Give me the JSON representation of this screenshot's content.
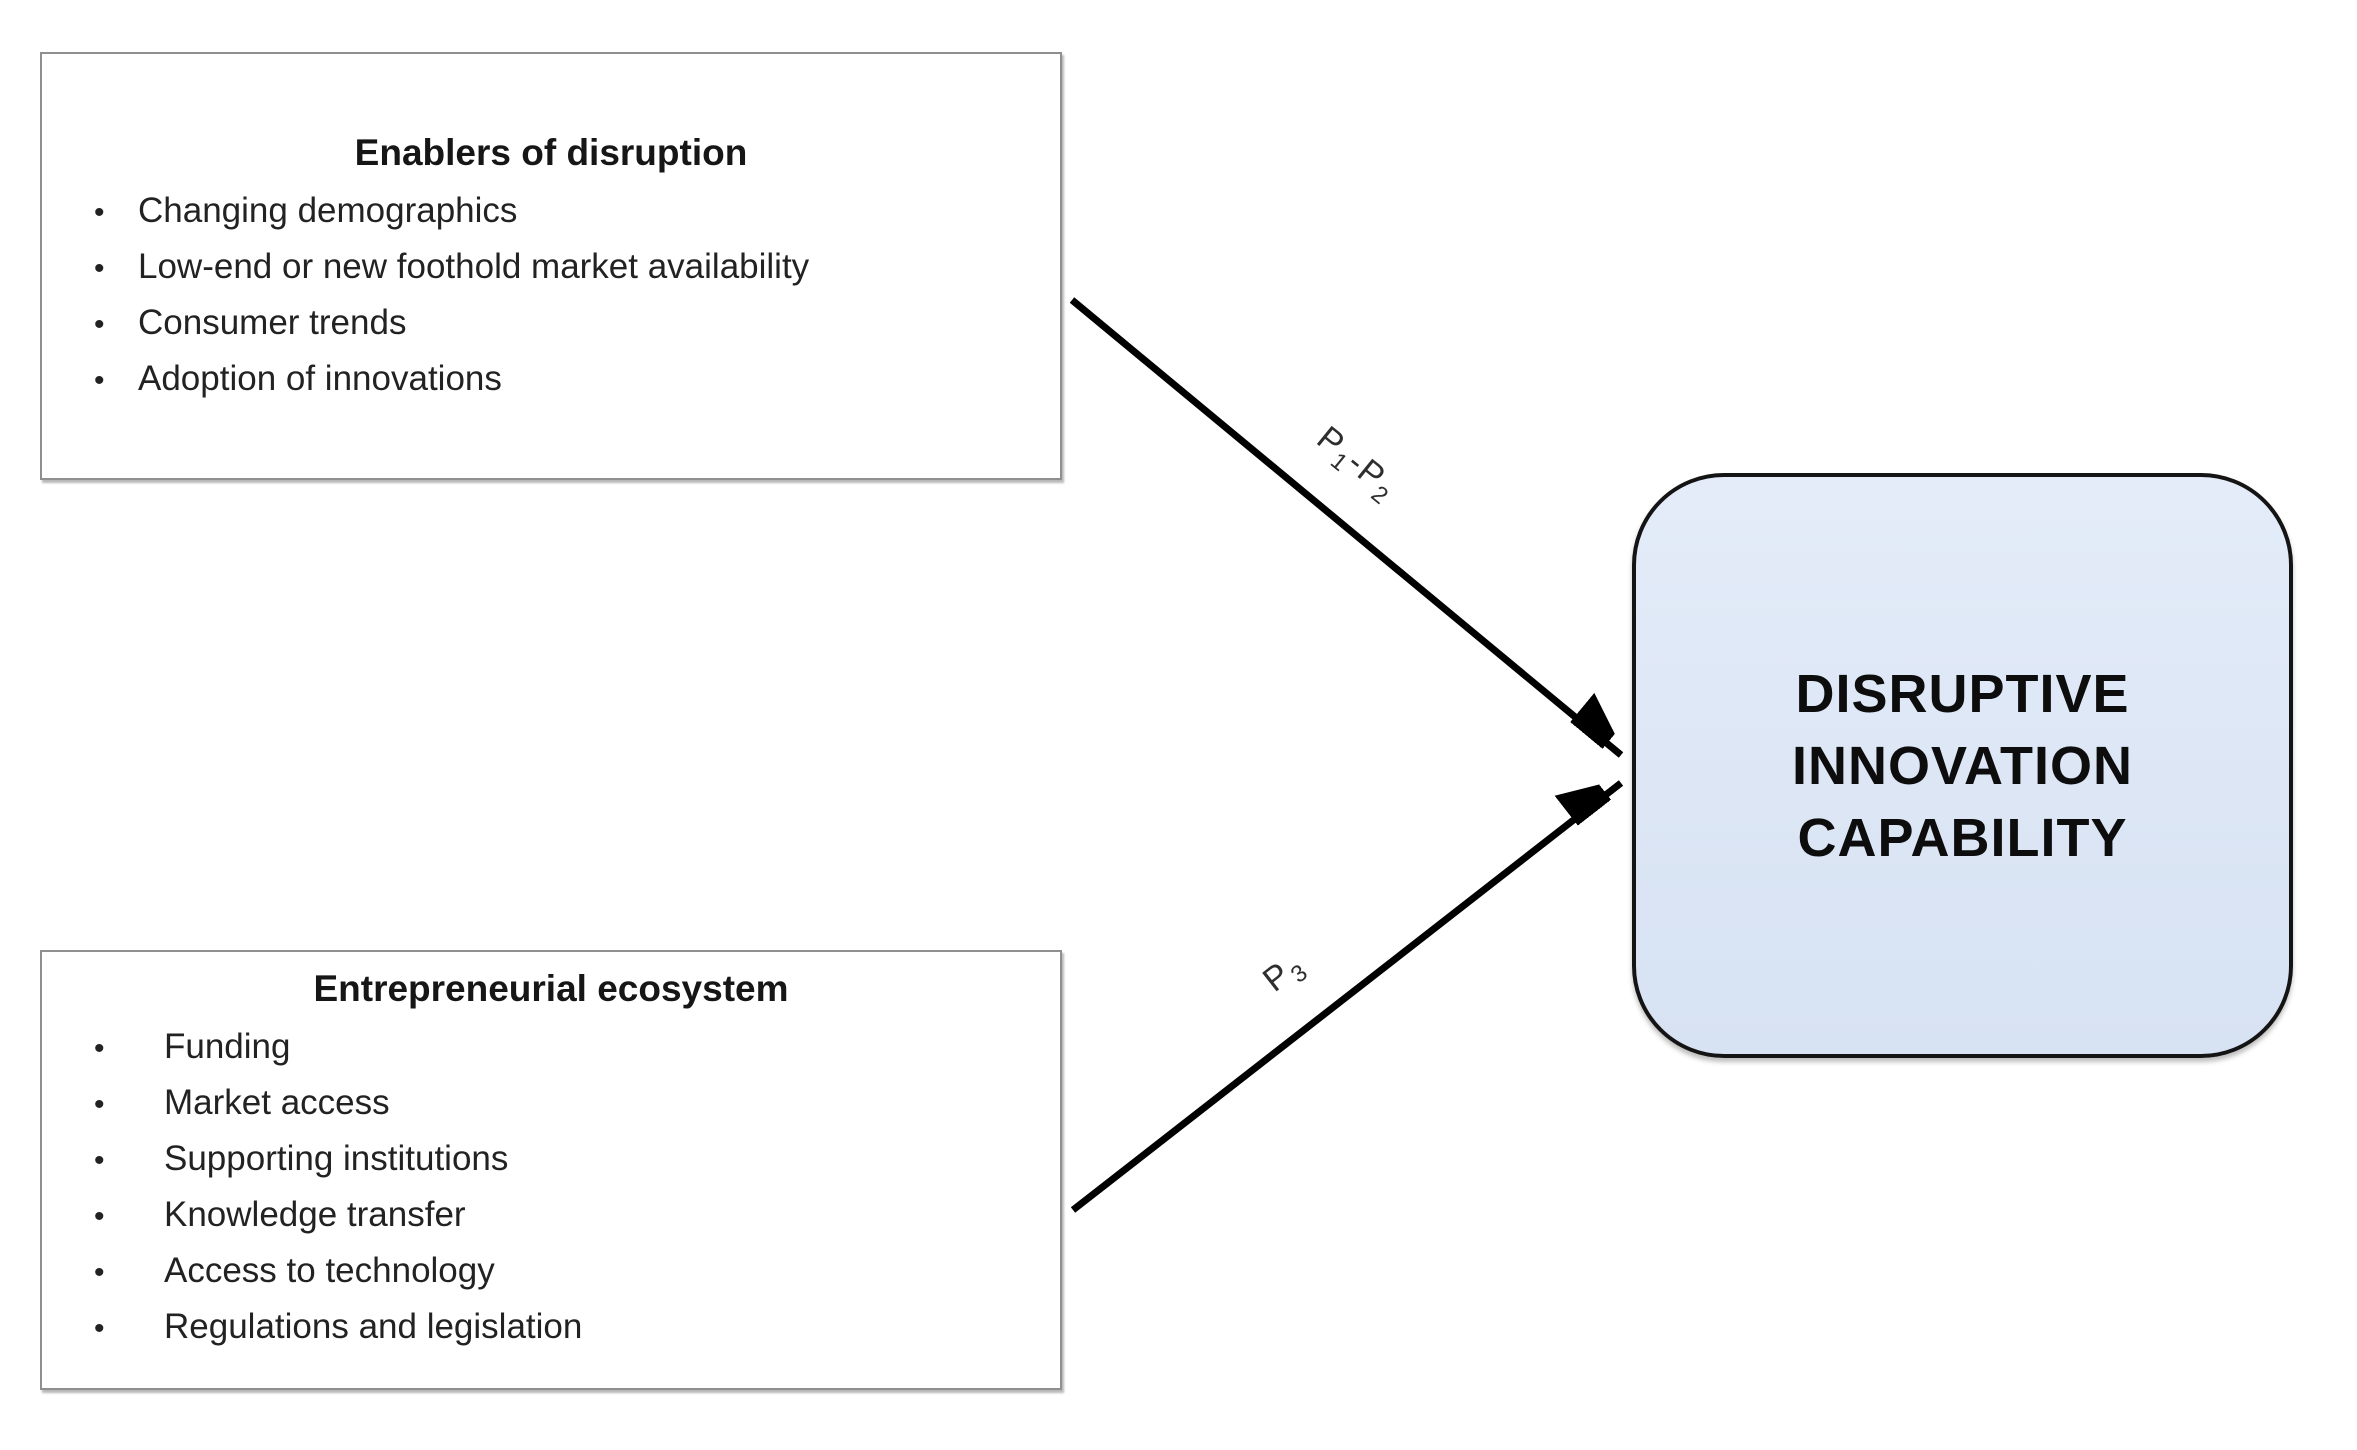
{
  "glyphs": {
    "bullet": "•"
  },
  "enablers_box": {
    "title": "Enablers of disruption",
    "items": [
      "Changing demographics",
      "Low-end or new foothold market availability",
      "Consumer trends",
      "Adoption of innovations"
    ]
  },
  "ecosystem_box": {
    "title": "Entrepreneurial ecosystem",
    "items": [
      "Funding",
      "Market access",
      "Supporting institutions",
      "Knowledge transfer",
      "Access to technology",
      "Regulations and legislation"
    ]
  },
  "capability_box": {
    "line1": "DISRUPTIVE",
    "line2": "INNOVATION",
    "line3": "CAPABILITY",
    "fill_color": "#dce6f5",
    "border_color": "#141414"
  },
  "arrows": {
    "color": "#000000",
    "p1p2_label": {
      "base1": "P",
      "sub1": "1",
      "separator": "-",
      "base2": "P",
      "sub2": "2"
    },
    "p3_label": {
      "base": "P",
      "sub": "3"
    }
  }
}
